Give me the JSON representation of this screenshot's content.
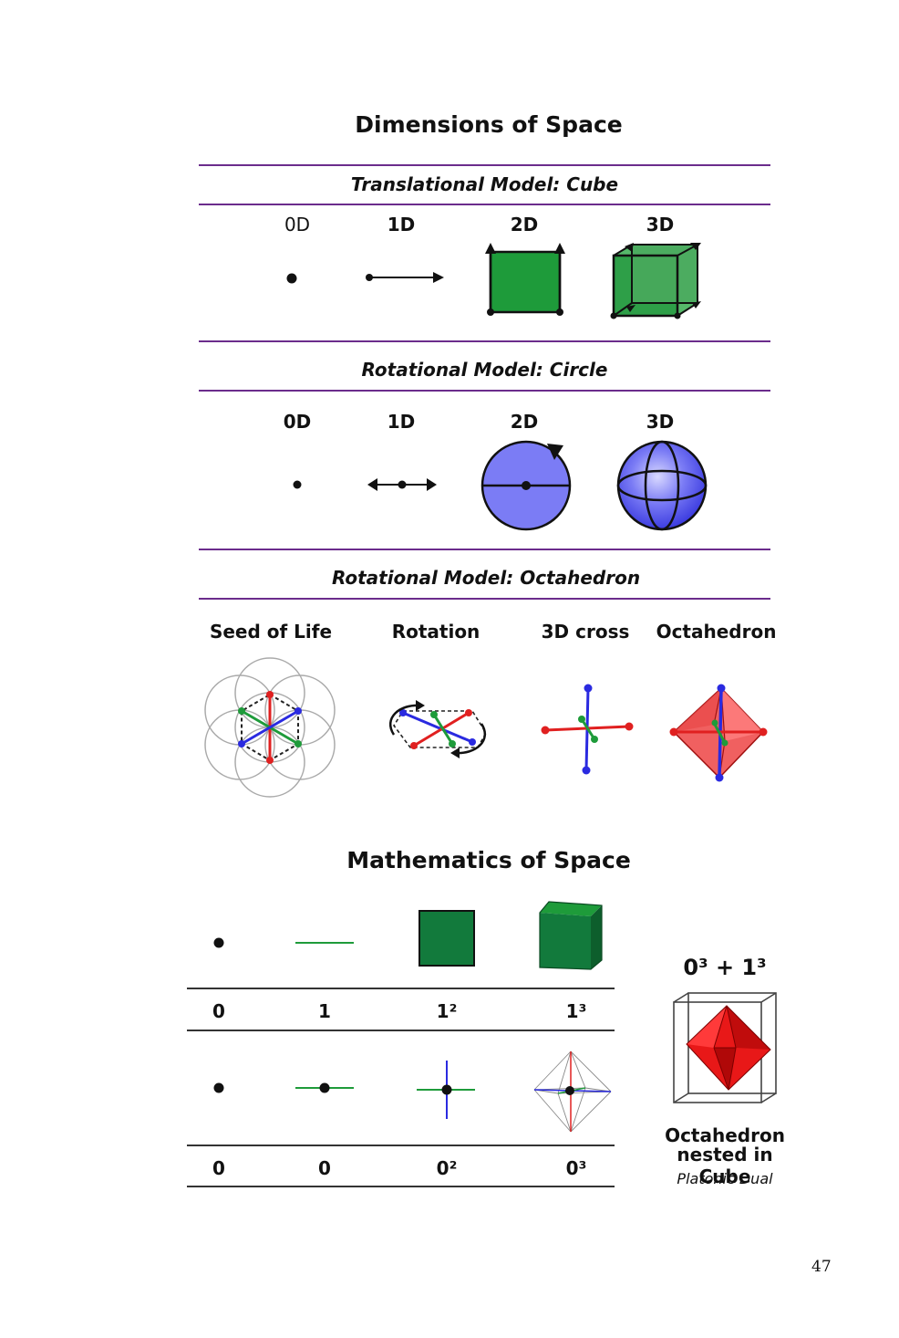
{
  "title": "Dimensions of Space",
  "sections": {
    "cube": {
      "heading": "Translational Model: Cube",
      "labels": [
        "0D",
        "1D",
        "2D",
        "3D"
      ]
    },
    "circle": {
      "heading": "Rotational Model: Circle",
      "labels": [
        "0D",
        "1D",
        "2D",
        "3D"
      ]
    },
    "octahedron": {
      "heading": "Rotational Model: Octahedron",
      "labels": [
        "Seed of Life",
        "Rotation",
        "3D cross",
        "Octahedron"
      ]
    }
  },
  "math": {
    "title": "Mathematics of Space",
    "row1": [
      "0",
      "1",
      "1²",
      "1³"
    ],
    "row2": [
      "0",
      "0",
      "0²",
      "0³"
    ],
    "formula": "0³ + 1³",
    "caption_line1": "Octahedron",
    "caption_line2": "nested in Cube",
    "caption_sub": "Platonic Dual"
  },
  "page_number": "47",
  "colors": {
    "rule": "#6b2c8c",
    "green": "#1e9b3a",
    "dark_green": "#127a3c",
    "blue_sphere": "#7b7cf5",
    "red": "#e02020"
  }
}
